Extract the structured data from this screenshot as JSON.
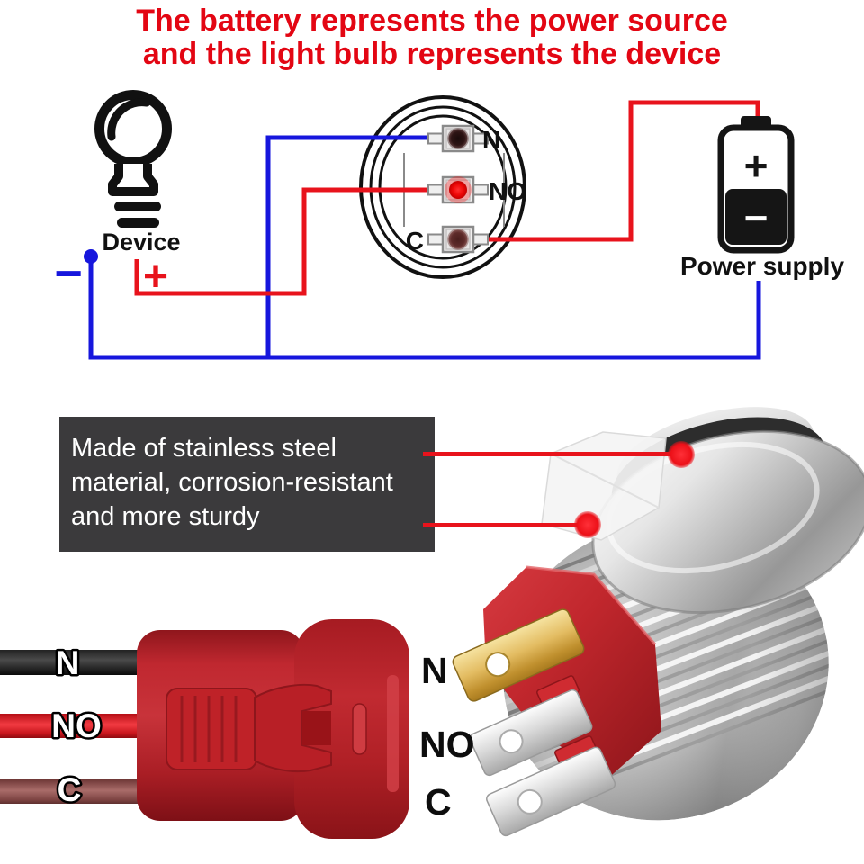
{
  "title": {
    "line1": "The battery represents the power source",
    "line2": "and the light bulb represents the device"
  },
  "circuit": {
    "device_label": "Device",
    "power_supply_label": "Power supply",
    "device_minus": "−",
    "device_plus": "+",
    "battery_plus": "+",
    "battery_minus": "−",
    "terminal_n": "N",
    "terminal_no": "NO",
    "terminal_c": "C"
  },
  "feature": {
    "line1": "Made of stainless steel",
    "line2": "material, corrosion-resistant",
    "line3": "and more sturdy"
  },
  "connector_wires": {
    "n": "N",
    "no": "NO",
    "c": "C"
  },
  "pin_labels": {
    "n": "N",
    "no": "NO",
    "c": "C"
  },
  "colors": {
    "title_red": "#e30613",
    "wire_positive": "#e8131c",
    "wire_negative": "#1616dd",
    "feature_box_bg": "#3b3a3c",
    "connector_red": "#bf2228"
  }
}
